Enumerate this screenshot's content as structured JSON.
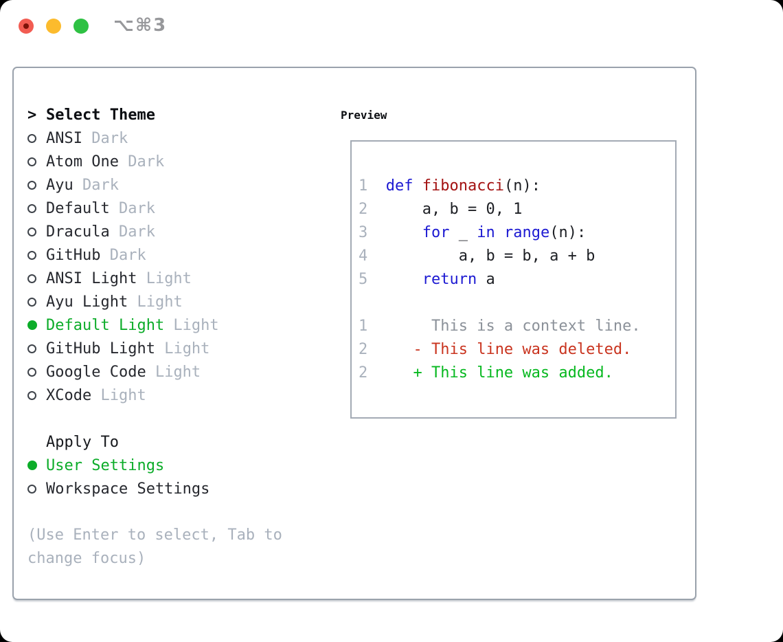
{
  "window": {
    "title": "⌥⌘3"
  },
  "theme_selector": {
    "prompt": ">",
    "header": "Select Theme",
    "themes": [
      {
        "name": "ANSI",
        "variant": "Dark",
        "selected": false
      },
      {
        "name": "Atom One",
        "variant": "Dark",
        "selected": false
      },
      {
        "name": "Ayu",
        "variant": "Dark",
        "selected": false
      },
      {
        "name": "Default",
        "variant": "Dark",
        "selected": false
      },
      {
        "name": "Dracula",
        "variant": "Dark",
        "selected": false
      },
      {
        "name": "GitHub",
        "variant": "Dark",
        "selected": false
      },
      {
        "name": "ANSI Light",
        "variant": "Light",
        "selected": false
      },
      {
        "name": "Ayu Light",
        "variant": "Light",
        "selected": false
      },
      {
        "name": "Default Light",
        "variant": "Light",
        "selected": true
      },
      {
        "name": "GitHub Light",
        "variant": "Light",
        "selected": false
      },
      {
        "name": "Google Code",
        "variant": "Light",
        "selected": false
      },
      {
        "name": "XCode",
        "variant": "Light",
        "selected": false
      }
    ],
    "apply_to": {
      "header": "Apply To",
      "options": [
        {
          "label": "User Settings",
          "selected": true
        },
        {
          "label": "Workspace Settings",
          "selected": false
        }
      ]
    },
    "help_text": "(Use Enter to select, Tab to change focus)"
  },
  "preview": {
    "header": "Preview",
    "lines": [
      {
        "tokens": [
          [
            "1",
            "num"
          ],
          [
            "  ",
            "plain"
          ],
          [
            "def",
            "kw"
          ],
          [
            " ",
            "plain"
          ],
          [
            "fibonacci",
            "fn"
          ],
          [
            "(n):",
            "plain"
          ]
        ]
      },
      {
        "tokens": [
          [
            "2",
            "num"
          ],
          [
            "      ",
            "plain"
          ],
          [
            "a, b = 0, 1",
            "plain"
          ]
        ]
      },
      {
        "tokens": [
          [
            "3",
            "num"
          ],
          [
            "      ",
            "plain"
          ],
          [
            "for",
            "kw"
          ],
          [
            " _ ",
            "plain"
          ],
          [
            "in",
            "kw"
          ],
          [
            " ",
            "plain"
          ],
          [
            "range",
            "kw"
          ],
          [
            "(n):",
            "plain"
          ]
        ]
      },
      {
        "tokens": [
          [
            "4",
            "num"
          ],
          [
            "          ",
            "plain"
          ],
          [
            "a, b = b, a + b",
            "plain"
          ]
        ]
      },
      {
        "tokens": [
          [
            "5",
            "num"
          ],
          [
            "      ",
            "plain"
          ],
          [
            "return",
            "kw"
          ],
          [
            " a",
            "plain"
          ]
        ]
      },
      {
        "tokens": []
      },
      {
        "tokens": [
          [
            "1",
            "num"
          ],
          [
            "       ",
            "plain"
          ],
          [
            "This is a context line.",
            "ctx"
          ]
        ]
      },
      {
        "tokens": [
          [
            "2",
            "num"
          ],
          [
            "     ",
            "plain"
          ],
          [
            "- This line was deleted.",
            "del"
          ]
        ]
      },
      {
        "tokens": [
          [
            "2",
            "num"
          ],
          [
            "     ",
            "plain"
          ],
          [
            "+ This line was added.",
            "add"
          ]
        ]
      }
    ]
  },
  "colors": {
    "selection_green": "#0cac29",
    "added_green": "#06b81f",
    "deleted_red": "#c9341f",
    "keyword_blue": "#1c19d2",
    "function_red": "#a31212",
    "muted_gray": "#a9b1bc",
    "context_gray": "#8b9199",
    "text_dark": "#26282e",
    "header_black": "#0c0e12",
    "panel_border": "#9aa2ac",
    "preview_border": "#a3aab4",
    "traffic_red": "#f25c52",
    "traffic_red_dot": "#7c1208",
    "traffic_yellow": "#fcbb2d",
    "traffic_green": "#2ec143",
    "title_gray": "#97989b"
  }
}
